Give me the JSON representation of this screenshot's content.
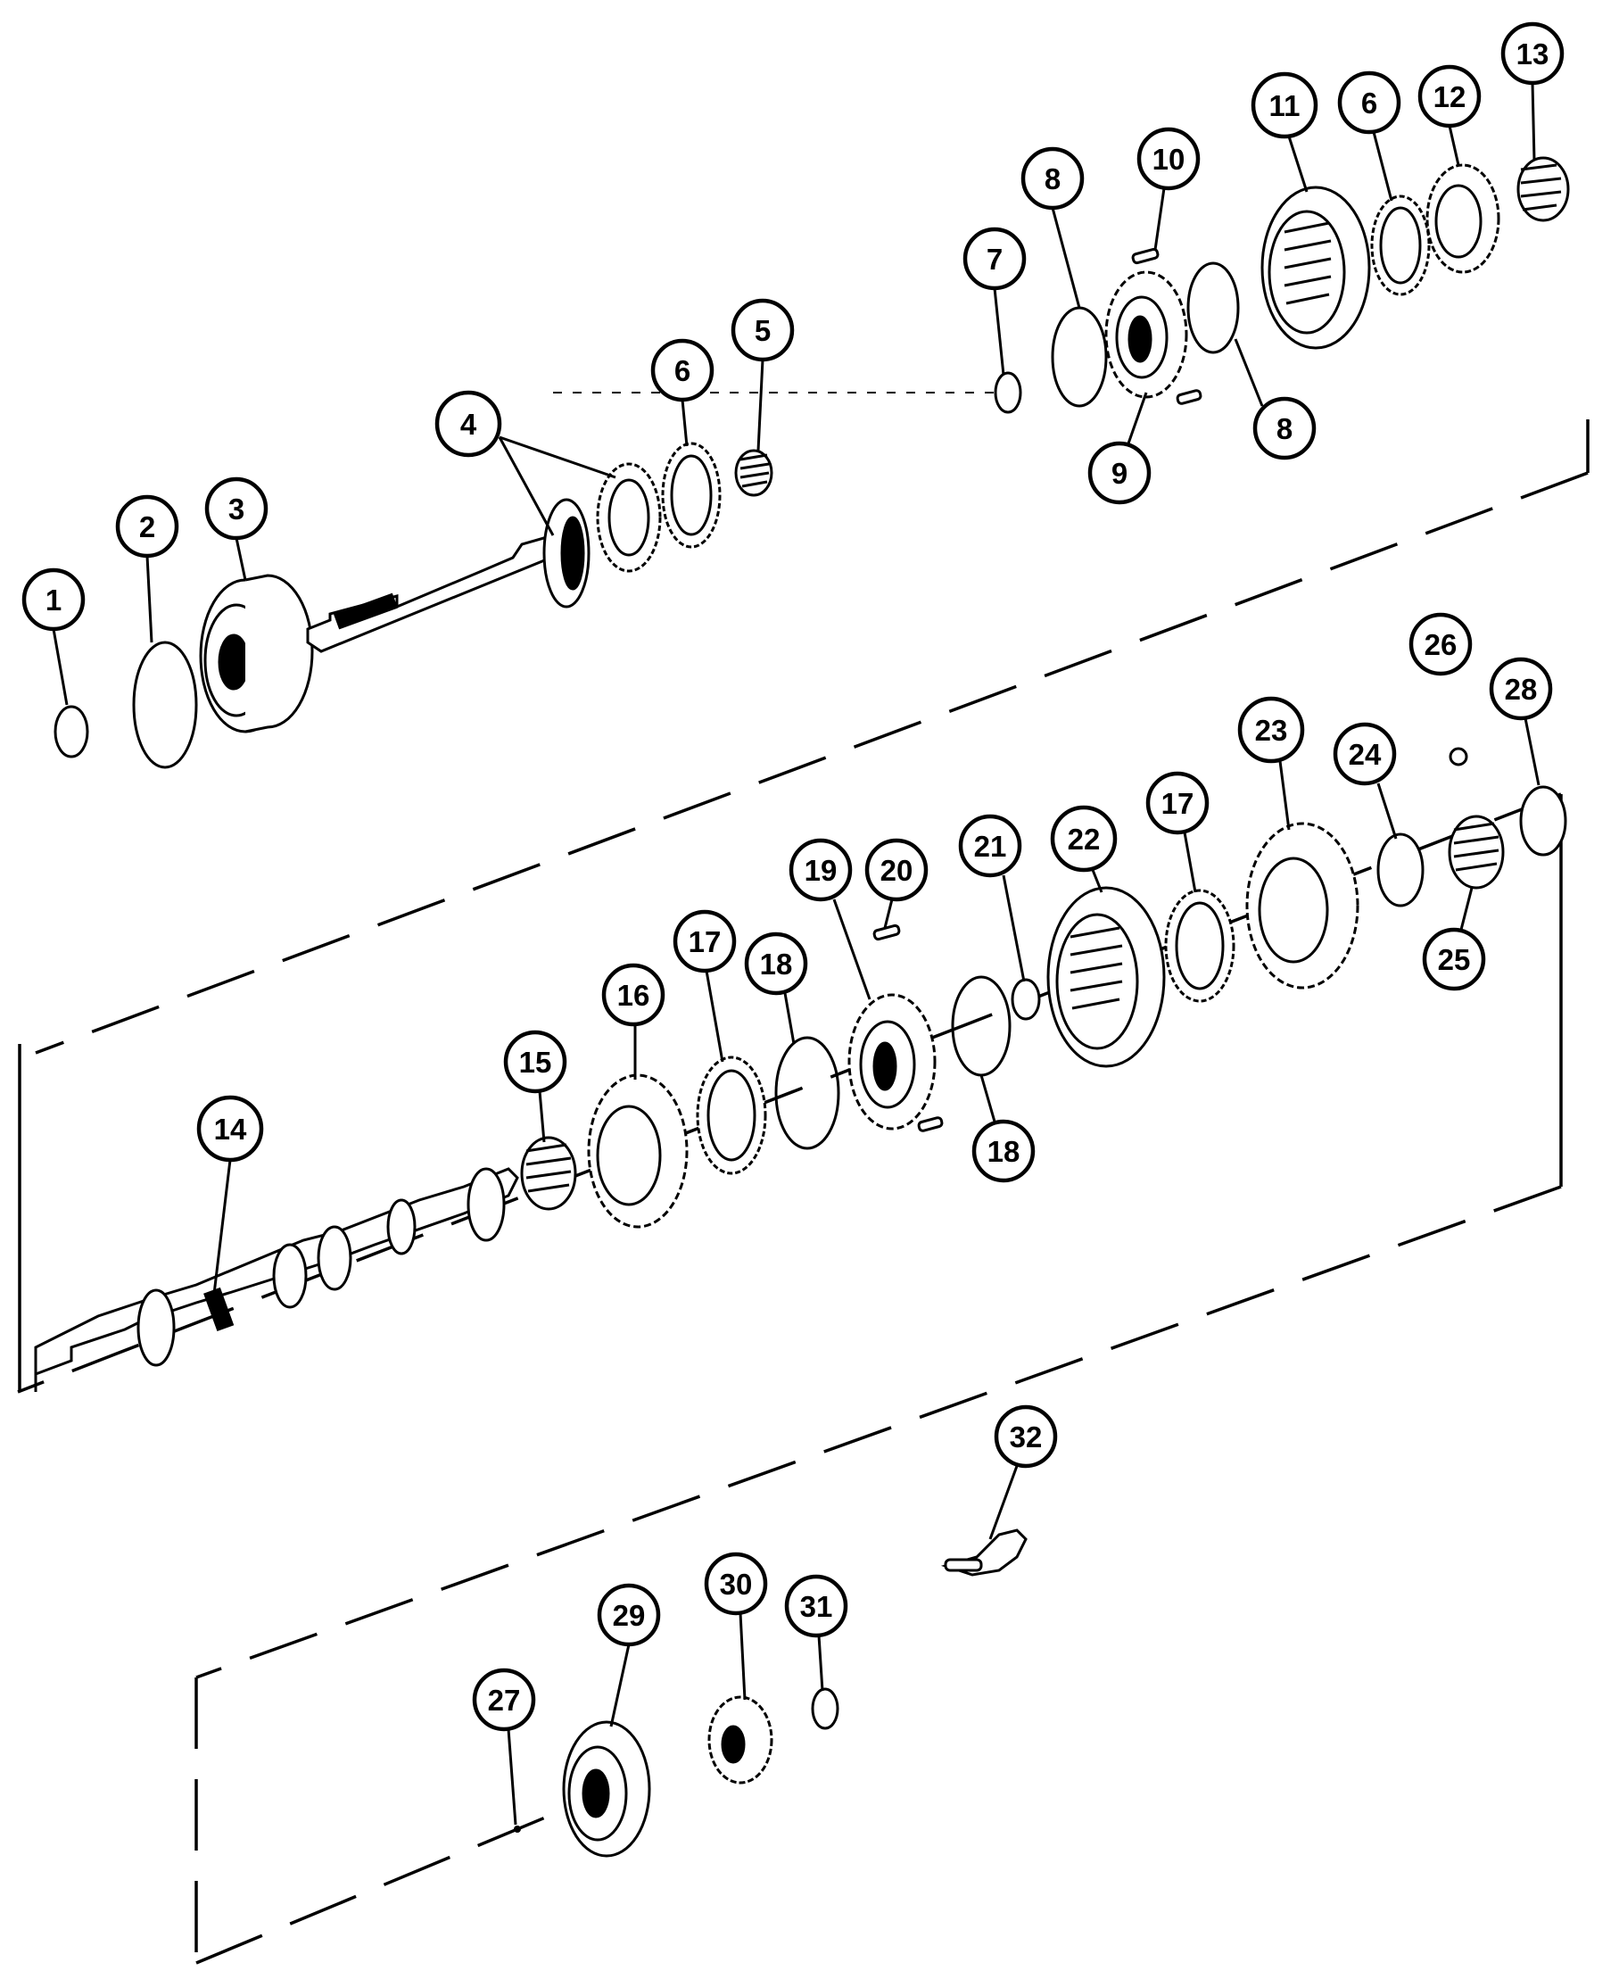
{
  "callouts": [
    {
      "label": "1"
    },
    {
      "label": "2"
    },
    {
      "label": "3"
    },
    {
      "label": "4"
    },
    {
      "label": "5"
    },
    {
      "label": "6"
    },
    {
      "label": "7"
    },
    {
      "label": "8"
    },
    {
      "label": "8"
    },
    {
      "label": "9"
    },
    {
      "label": "10"
    },
    {
      "label": "11"
    },
    {
      "label": "6"
    },
    {
      "label": "12"
    },
    {
      "label": "13"
    },
    {
      "label": "14"
    },
    {
      "label": "15"
    },
    {
      "label": "16"
    },
    {
      "label": "17"
    },
    {
      "label": "18"
    },
    {
      "label": "19"
    },
    {
      "label": "20"
    },
    {
      "label": "18"
    },
    {
      "label": "21"
    },
    {
      "label": "22"
    },
    {
      "label": "17"
    },
    {
      "label": "23"
    },
    {
      "label": "24"
    },
    {
      "label": "25"
    },
    {
      "label": "26"
    },
    {
      "label": "28"
    },
    {
      "label": "32"
    },
    {
      "label": "27"
    },
    {
      "label": "29"
    },
    {
      "label": "30"
    },
    {
      "label": "31"
    }
  ],
  "colors": {
    "ink": "#000000",
    "paper": "#ffffff"
  }
}
